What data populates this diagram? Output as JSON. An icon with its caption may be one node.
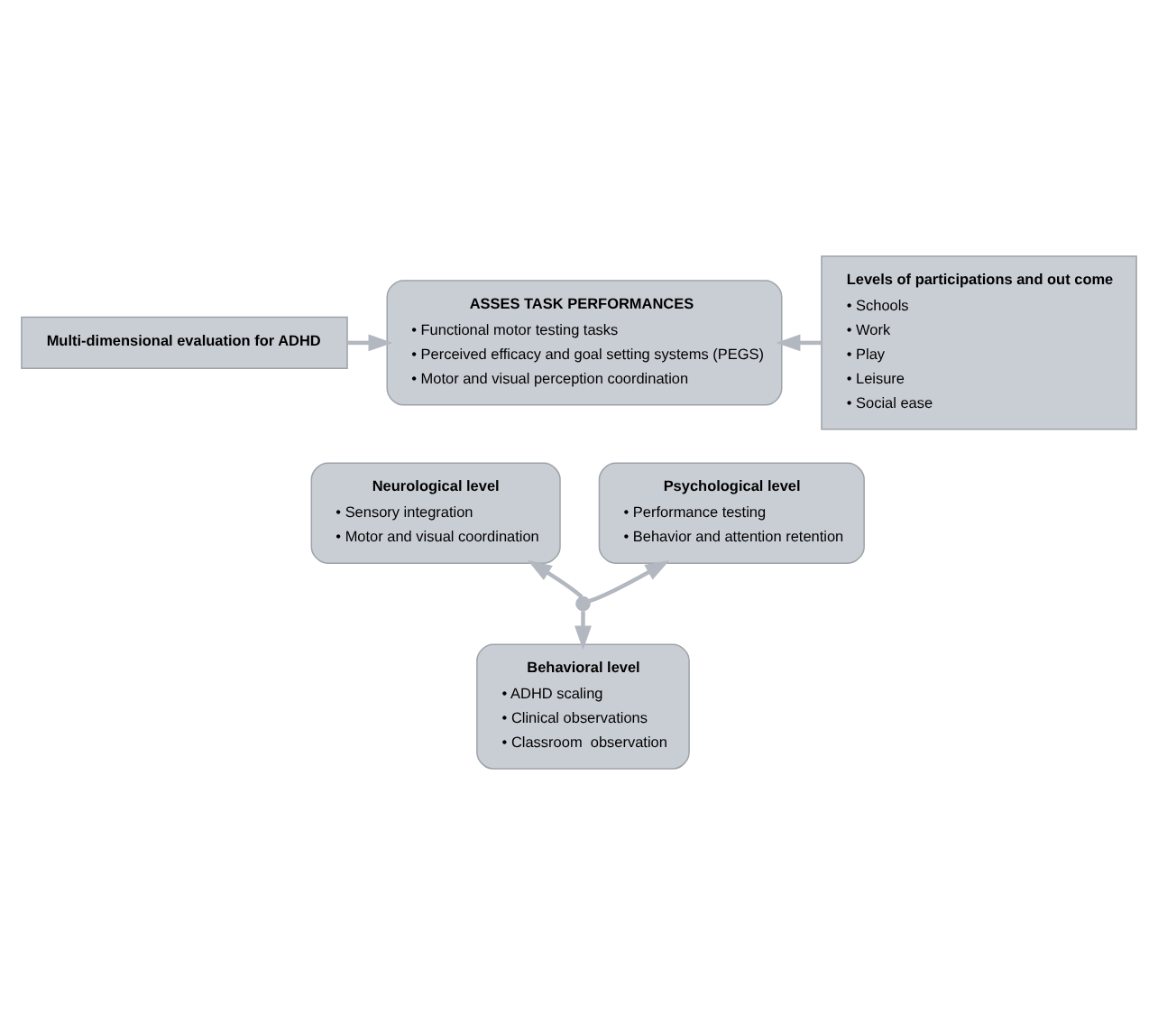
{
  "diagram": {
    "nodes": [
      {
        "text": [
          "Multi-dimensional evaluation for ADHD"
        ]
      },
      {
        "text": [
          "ASSES TASK PERFORMANCES",
          "• Functional motor testing tasks",
          "• Perceived efficacy and goal setting systems (PEGS)",
          "• Motor and visual perception coordination"
        ]
      },
      {
        "text": [
          "Neurological level",
          "• Sensory integration",
          "• Motor and visual coordination"
        ]
      },
      {
        "text": [
          "Psychological level",
          "• Performance testing",
          "• Behavior and attention retention"
        ]
      },
      {
        "text": [
          "Behavioral level",
          "• ADHD scaling",
          "• Clinical observations",
          "• Classroom  observation"
        ]
      },
      {
        "text": [
          "Levels of participations and out come",
          "• Schools",
          "• Work",
          "• Play",
          "• Leisure",
          "• Social ease"
        ]
      },
      {
        "text": [],
        "shape": "junction"
      }
    ],
    "edges": [
      {
        "from": 0,
        "to": 1,
        "arrow": "to"
      },
      {
        "from": 5,
        "to": 1,
        "arrow": "to"
      },
      {
        "from": 6,
        "to": 2,
        "arrow": "to"
      },
      {
        "from": 6,
        "to": 3,
        "arrow": "to"
      },
      {
        "from": 6,
        "to": 4,
        "arrow": "to"
      }
    ]
  }
}
